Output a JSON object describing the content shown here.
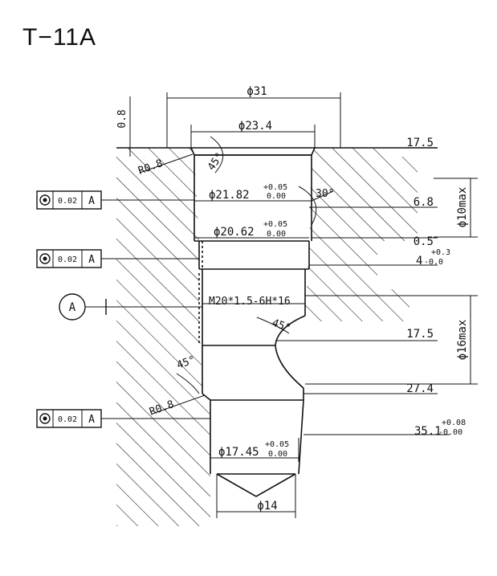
{
  "title": "T−11A",
  "dimensions": {
    "d31": "ϕ31",
    "d23_4": "ϕ23.4",
    "d21_82": "ϕ21.82",
    "d21_82_tol_upper": "+0.05",
    "d21_82_tol_lower": "0.00",
    "d20_62": "ϕ20.62",
    "d20_62_tol_upper": "+0.05",
    "d20_62_tol_lower": "0.00",
    "d17_45": "ϕ17.45",
    "d17_45_tol_upper": "+0.05",
    "d17_45_tol_lower": "0.00",
    "d14": "ϕ14",
    "d10max": "ϕ10max",
    "d16max": "ϕ16max",
    "depth_0_8": "0.8",
    "depth_17_5_top": "17.5",
    "depth_6_8": "6.8",
    "depth_0_5": "0.5",
    "depth_4": "4",
    "depth_4_tol_upper": "+0.3",
    "depth_4_tol_lower": "-0.0",
    "depth_17_5_mid": "17.5",
    "depth_27_4": "27.4",
    "depth_35_1": "35.1",
    "depth_35_1_tol_upper": "+0.08",
    "depth_35_1_tol_lower": "-0.00",
    "radius_top": "R0.8",
    "radius_bottom": "R0.8",
    "angle_top": "45°",
    "angle_30": "30°",
    "angle_mid": "45°",
    "angle_lower": "45°",
    "thread": "M20*1.5-6H*16"
  },
  "tolerance_frames": [
    {
      "value": "0.02",
      "datum": "A"
    },
    {
      "value": "0.02",
      "datum": "A"
    },
    {
      "value": "0.02",
      "datum": "A"
    }
  ],
  "datum_label": "A"
}
